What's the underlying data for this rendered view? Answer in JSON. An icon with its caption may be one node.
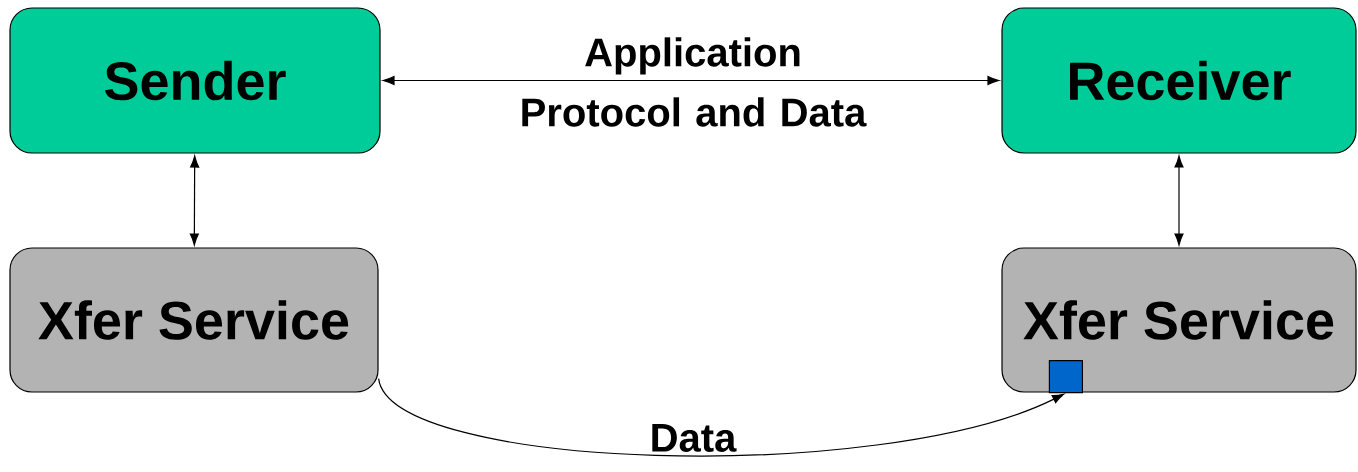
{
  "diagram": {
    "nodes": [
      {
        "text": [
          "Sender"
        ]
      },
      {
        "text": [
          "Receiver"
        ]
      },
      {
        "text": [
          "Xfer Service"
        ]
      },
      {
        "text": [
          "Xfer Service"
        ]
      },
      {
        "text": [],
        "shape": "box",
        "in": 3
      }
    ],
    "edges": [
      {
        "from": 0,
        "to": 1,
        "arrow": "both",
        "label": "Application Protocol and Data"
      },
      {
        "from": 0,
        "to": 2,
        "arrow": "both"
      },
      {
        "from": 1,
        "to": 3,
        "arrow": "both"
      },
      {
        "from": 2,
        "to": 4,
        "arrow": "to",
        "label": "Data"
      }
    ]
  }
}
